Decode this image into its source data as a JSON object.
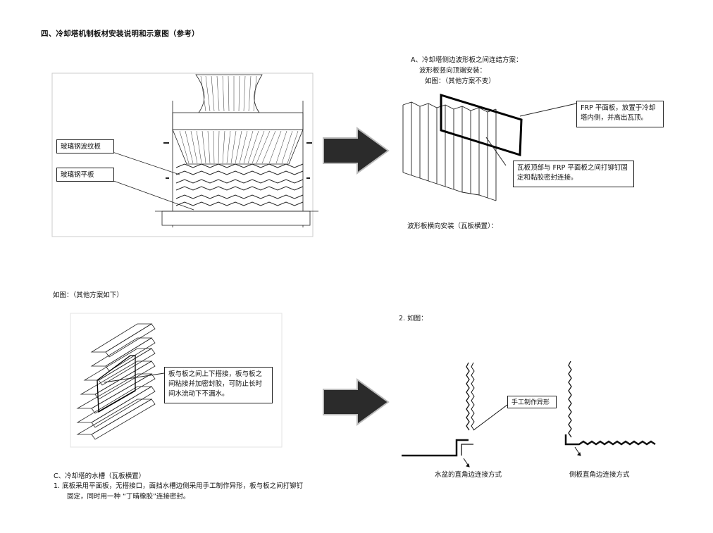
{
  "heading": "四、冷却塔机制板材安装说明和示意图（参考）",
  "tower_diagram": {
    "label_corrugated": "玻璃钢波纹板",
    "label_flat": "玻璃钢平板"
  },
  "section_a": {
    "title": "A、冷却塔侧边波形板之间连结方案：",
    "line2": "波形板竖向顶端安装：",
    "line3": "如图：（其他方案不变）",
    "callout_frp": "FRP 平面板，放置于冷却塔内侧，并高出瓦顶。",
    "callout_rivet": "瓦板顶部与 FRP 平面板之间打铆钉固定和黏胶密封连接。",
    "footer": "波形板横向安装（瓦板横置）："
  },
  "section_b": {
    "caption": "如图：（其他方案如下）",
    "callout": "板与板之间上下搭接，板与板之间粘接并加密封胶，可防止长时间水流动下不漏水。"
  },
  "section_2": {
    "caption": "2.    如图：",
    "callout": "手工制作异形",
    "label_basin": "水盆的直角边连接方式",
    "label_side": "侧板直角边连接方式"
  },
  "section_c": {
    "title": "C、冷却塔的水槽（瓦板横置）",
    "item1_line1": "1.    底板采用平面板，无搭接口，面挡水槽边侧采用手工制作异形，板与板之间打铆钉",
    "item1_line2": "固定，同时用一种 “丁晴橡胶”连接密封。"
  },
  "colors": {
    "ink": "#111111",
    "arrow": "#2b2b2b",
    "paper": "#ffffff"
  },
  "icons": [
    "right-arrow-icon",
    "right-arrow-icon"
  ]
}
